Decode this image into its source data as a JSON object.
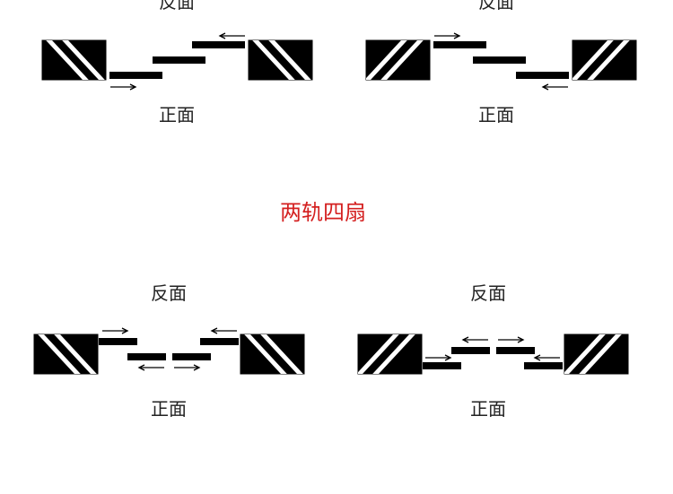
{
  "colors": {
    "title": "#d42020",
    "ink": "#000000",
    "label": "#222222"
  },
  "section_title": "两轨四扇",
  "diagrams": [
    {
      "back_label": "反面",
      "front_label": "正面"
    },
    {
      "back_label": "反面",
      "front_label": "正面"
    },
    {
      "back_label": "反面",
      "front_label": "正面"
    },
    {
      "back_label": "反面",
      "front_label": "正面"
    }
  ]
}
